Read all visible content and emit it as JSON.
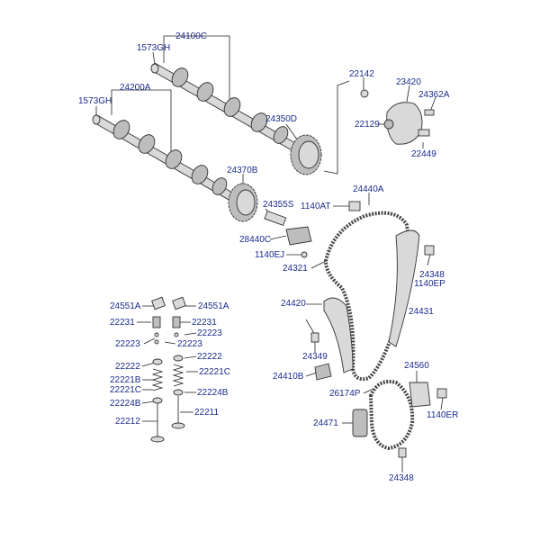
{
  "labels": {
    "l24100C": "24100C",
    "l1573GH_a": "1573GH",
    "l1573GH_b": "1573GH",
    "l24200A": "24200A",
    "l22142": "22142",
    "l23420": "23420",
    "l24362A": "24362A",
    "l22129": "22129",
    "l24350D": "24350D",
    "l22449": "22449",
    "l24370B": "24370B",
    "l24440A": "24440A",
    "l1140AT": "1140AT",
    "l24355S": "24355S",
    "l28440C": "28440C",
    "l1140EJ": "1140EJ",
    "l24321": "24321",
    "l24348_a": "24348",
    "l1140EP": "1140EP",
    "l24420": "24420",
    "l24431": "24431",
    "l24349": "24349",
    "l24410B": "24410B",
    "l24560": "24560",
    "l26174P": "26174P",
    "l1140ER": "1140ER",
    "l24471": "24471",
    "l24348_b": "24348",
    "l24551A_a": "24551A",
    "l24551A_b": "24551A",
    "l22231_a": "22231",
    "l22231_b": "22231",
    "l22223_a": "22223",
    "l22223_b": "22223",
    "l22223_c": "22223",
    "l22222_a": "22222",
    "l22222_b": "22222",
    "l22221B": "22221B",
    "l22221C_a": "22221C",
    "l22221C_b": "22221C",
    "l22224B_a": "22224B",
    "l22224B_b": "22224B",
    "l22212": "22212",
    "l22211": "22211"
  },
  "colors": {
    "label_text": "#1a2b8c",
    "line": "#222222",
    "part_fill": "#d9d9d9"
  }
}
